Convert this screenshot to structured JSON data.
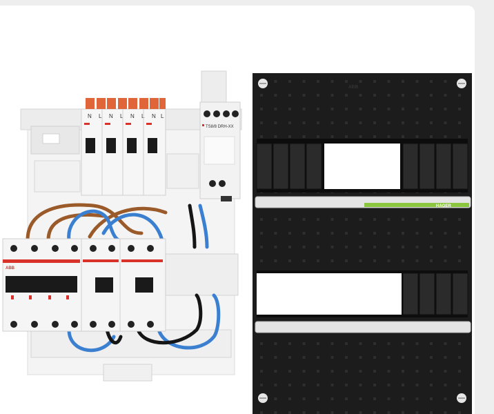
{
  "product": {
    "brand_label": "ABB",
    "device_label": "TS8/8 DRH-XX",
    "terminal_letters": [
      "N",
      "L",
      "N",
      "L",
      "N",
      "L",
      "N",
      "L"
    ],
    "panel_brand": "HAGER",
    "panel_top_mark": "ABB"
  },
  "colors": {
    "card_background": "#ffffff",
    "page_background": "#eeeeee",
    "panel_black": "#1c1c1c",
    "breaker_white": "#f3f3f3",
    "breaker_red": "#d8322b",
    "terminal_orange": "#e0663a",
    "wire_brown": "#9a5a2a",
    "wire_blue": "#3b7fd0",
    "wire_black": "#151515",
    "strip_green": "#8bc63f"
  }
}
